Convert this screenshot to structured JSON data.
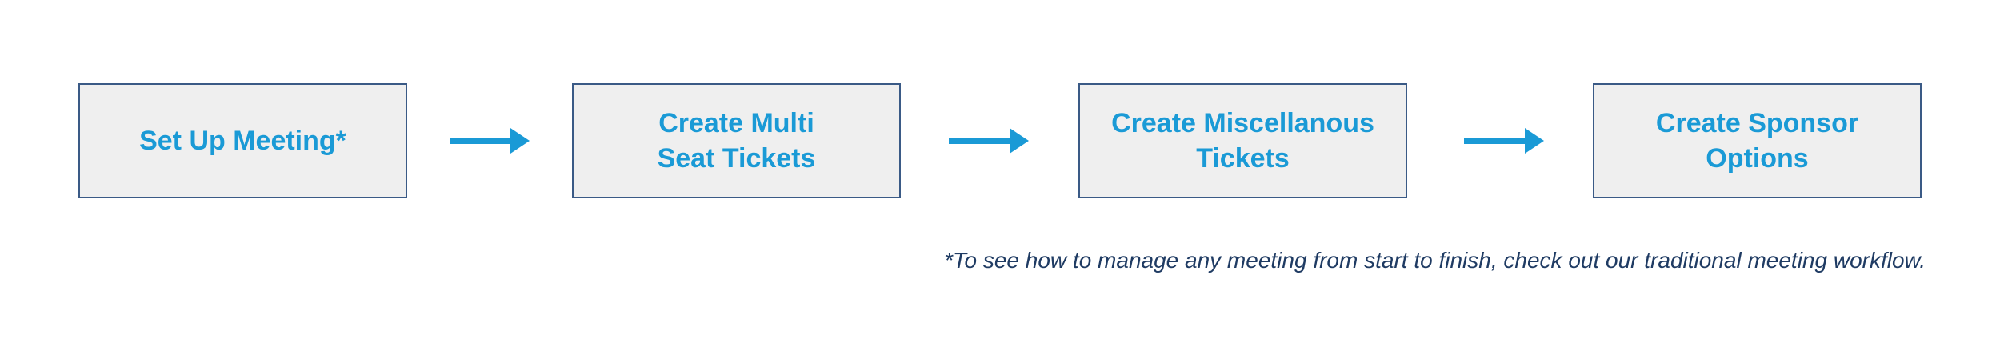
{
  "steps": [
    {
      "label": "Set Up Meeting*"
    },
    {
      "label": "Create Multi\nSeat Tickets"
    },
    {
      "label": "Create Miscellanous\nTickets"
    },
    {
      "label": "Create Sponsor\nOptions"
    }
  ],
  "footnote": "*To see how to manage any meeting from start to finish, check out our traditional meeting workflow.",
  "colors": {
    "box_fill": "#efefef",
    "box_border": "#3a5a86",
    "label_text": "#1a9ad6",
    "arrow": "#1a9ad6",
    "footnote_text": "#1f3b63"
  },
  "icons": [
    "arrow-right-icon"
  ]
}
